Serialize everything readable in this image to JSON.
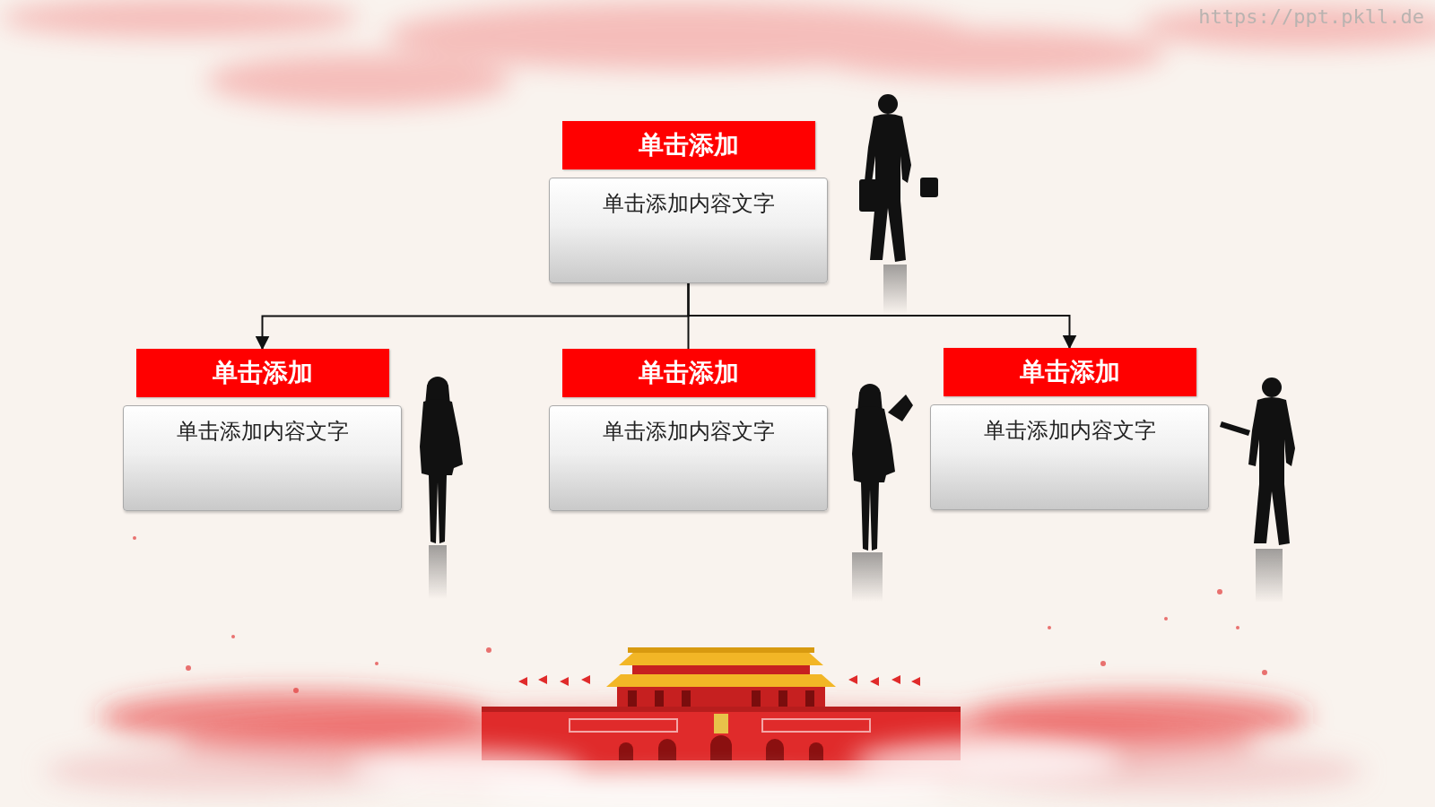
{
  "diagram": {
    "nodes": [
      {
        "text": [
          "单击添加",
          "单击添加内容文字"
        ]
      },
      {
        "text": [
          "单击添加",
          "单击添加内容文字"
        ]
      },
      {
        "text": [
          "单击添加",
          "单击添加内容文字"
        ]
      },
      {
        "text": [
          "单击添加",
          "单击添加内容文字"
        ]
      }
    ],
    "edges": [
      {
        "from": 0,
        "to": 1,
        "arrow": "to"
      },
      {
        "from": 0,
        "to": 2,
        "arrow": "none"
      },
      {
        "from": 0,
        "to": 3,
        "arrow": "to"
      }
    ],
    "labels": [
      "https://ppt.pkll.de"
    ]
  }
}
